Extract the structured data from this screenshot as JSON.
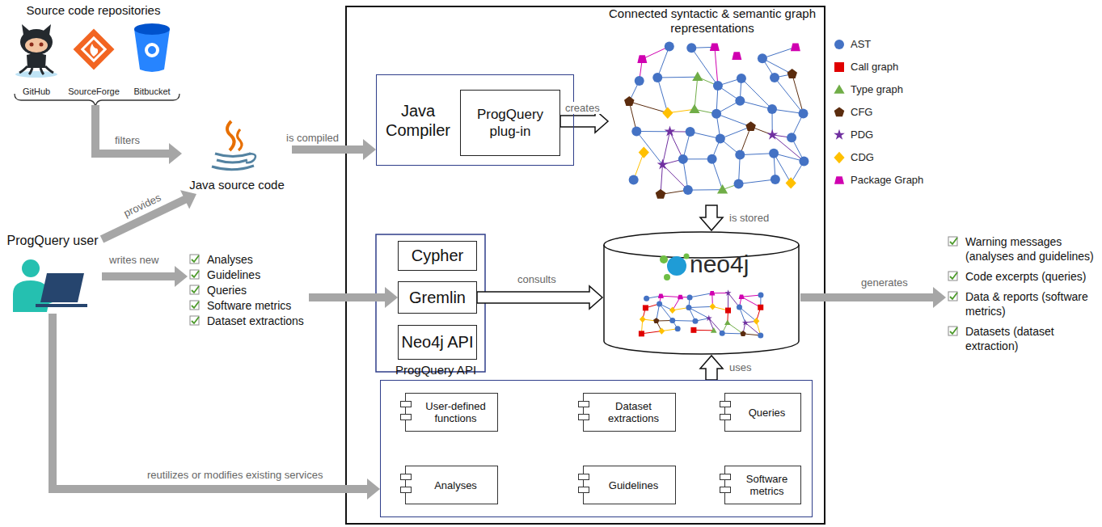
{
  "diagram": {
    "nodes": [
      {
        "text": [
          "Source code repositories"
        ]
      },
      {
        "text": [
          "Java source code"
        ]
      },
      {
        "text": [
          "ProgQuery user"
        ]
      },
      {
        "text": [
          "Analyses",
          "Guidelines",
          "Queries",
          "Software metrics",
          "Dataset extractions"
        ]
      },
      {
        "text": [
          "Java Compiler"
        ]
      },
      {
        "text": [
          "ProgQuery plug-in"
        ],
        "in": 4
      },
      {
        "text": [
          "Connected syntactic & semantic graph representations"
        ]
      },
      {
        "text": [
          "Cypher"
        ]
      },
      {
        "text": [
          "Gremlin"
        ]
      },
      {
        "text": [
          "Neo4j API"
        ]
      },
      {
        "text": [
          "neo4j"
        ]
      },
      {
        "text": [
          "ProgQuery API"
        ]
      },
      {
        "text": [
          "User-defined functions"
        ],
        "in": 11
      },
      {
        "text": [
          "Dataset extractions"
        ],
        "in": 11
      },
      {
        "text": [
          "Queries"
        ],
        "in": 11
      },
      {
        "text": [
          "Analyses"
        ],
        "in": 11
      },
      {
        "text": [
          "Guidelines"
        ],
        "in": 11
      },
      {
        "text": [
          "Software metrics"
        ],
        "in": 11
      },
      {
        "text": [
          "Warning messages (analyses and guidelines)",
          "Code excerpts (queries)",
          "Data & reports (software metrics)",
          "Datasets (dataset extraction)"
        ]
      }
    ],
    "edges": [
      {
        "from": 0,
        "to": 1,
        "label": "filters",
        "arrow": "to"
      },
      {
        "from": 1,
        "to": 4,
        "label": "is compiled",
        "arrow": "to"
      },
      {
        "from": 2,
        "to": 1,
        "label": "provides",
        "arrow": "to"
      },
      {
        "from": 2,
        "to": 3,
        "label": "writes new",
        "arrow": "to"
      },
      {
        "from": 3,
        "to": 8,
        "arrow": "to"
      },
      {
        "from": 2,
        "to": 11,
        "label": "reutilizes or modifies existing services",
        "arrow": "to"
      },
      {
        "from": 5,
        "to": 6,
        "label": "creates",
        "arrow": "to"
      },
      {
        "from": 6,
        "to": 10,
        "label": "is stored",
        "arrow": "to"
      },
      {
        "from": 8,
        "to": 10,
        "label": "consults",
        "arrow": "to"
      },
      {
        "from": 11,
        "to": 10,
        "label": "uses",
        "arrow": "to"
      },
      {
        "from": 10,
        "to": 18,
        "label": "generates",
        "arrow": "to"
      }
    ],
    "labels": [
      "GitHub",
      "SourceForge",
      "Bitbucket"
    ],
    "legend": [
      {
        "text": "AST"
      },
      {
        "text": "Call graph"
      },
      {
        "text": "Type graph"
      },
      {
        "text": "CFG"
      },
      {
        "text": "PDG"
      },
      {
        "text": "CDG"
      },
      {
        "text": "Package Graph"
      }
    ]
  }
}
